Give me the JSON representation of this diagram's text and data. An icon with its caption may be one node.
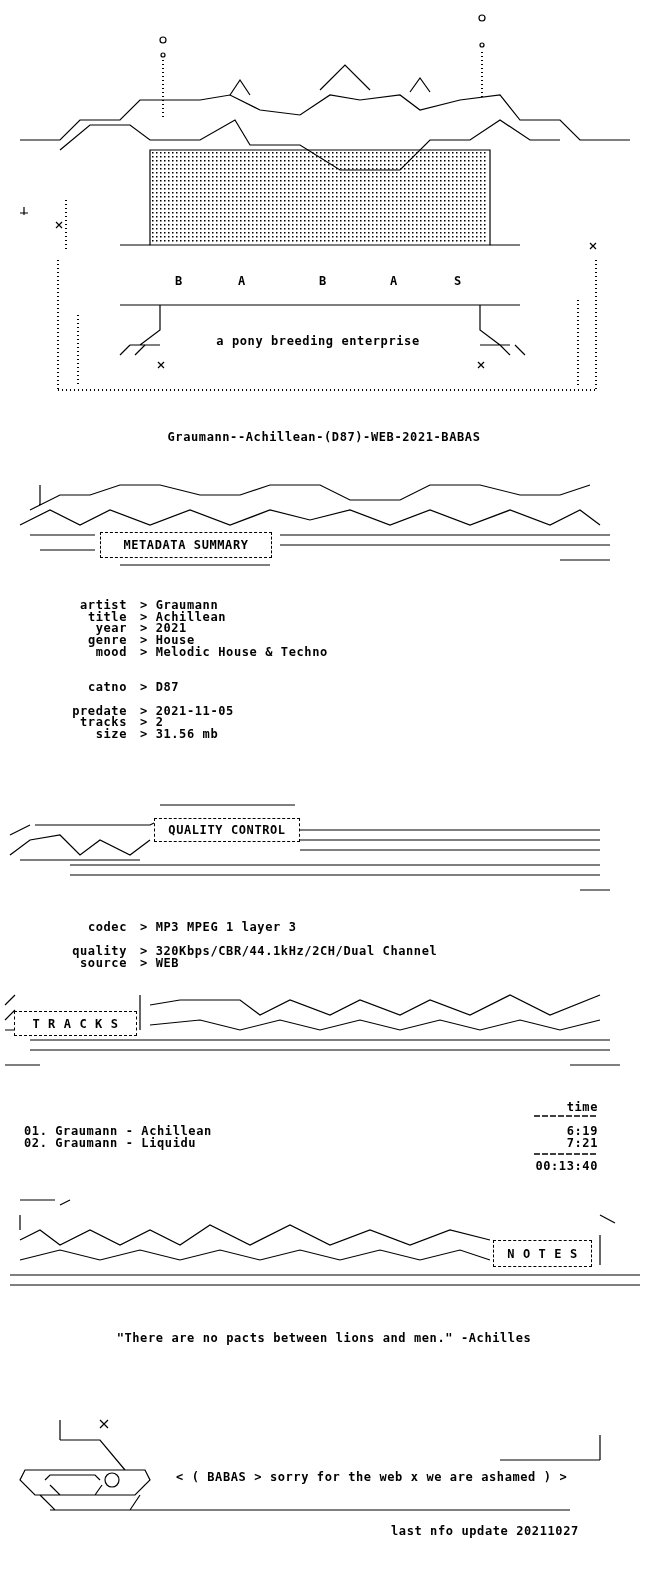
{
  "diagram": {
    "title": "Graumann--Achillean-(D87)-WEB-2021-BABAS",
    "nodes": [
      {
        "text": [
          "METADATA SUMMARY"
        ]
      },
      {
        "text": [
          "QUALITY CONTROL"
        ]
      },
      {
        "text": [
          "T R A C K S"
        ]
      },
      {
        "text": [
          "N O T E S"
        ]
      }
    ],
    "labels": [
      "B",
      "A",
      "B",
      "A",
      "S",
      "a pony breeding enterprise",
      "artist",
      "> Graumann",
      "title",
      "> Achillean",
      "year",
      "> 2021",
      "genre",
      "> House",
      "mood",
      "> Melodic House & Techno",
      "catno",
      "> D87",
      "predate",
      "> 2021-11-05",
      "tracks",
      "> 2",
      "size",
      "> 31.56 mb",
      "codec",
      "> MP3 MPEG 1 layer 3",
      "quality",
      "> 320Kbps/CBR/44.1kHz/2CH/Dual Channel",
      "source",
      "> WEB",
      "time",
      "01. Graumann - Achillean",
      "6:19",
      "02. Graumann - Liquidu",
      "7:21",
      "00:13:40",
      "\"There are no pacts between lions and men.\" -Achilles",
      "< ( BABAS > sorry for the web x we are ashamed ) >",
      "last nfo update 20211027"
    ]
  }
}
